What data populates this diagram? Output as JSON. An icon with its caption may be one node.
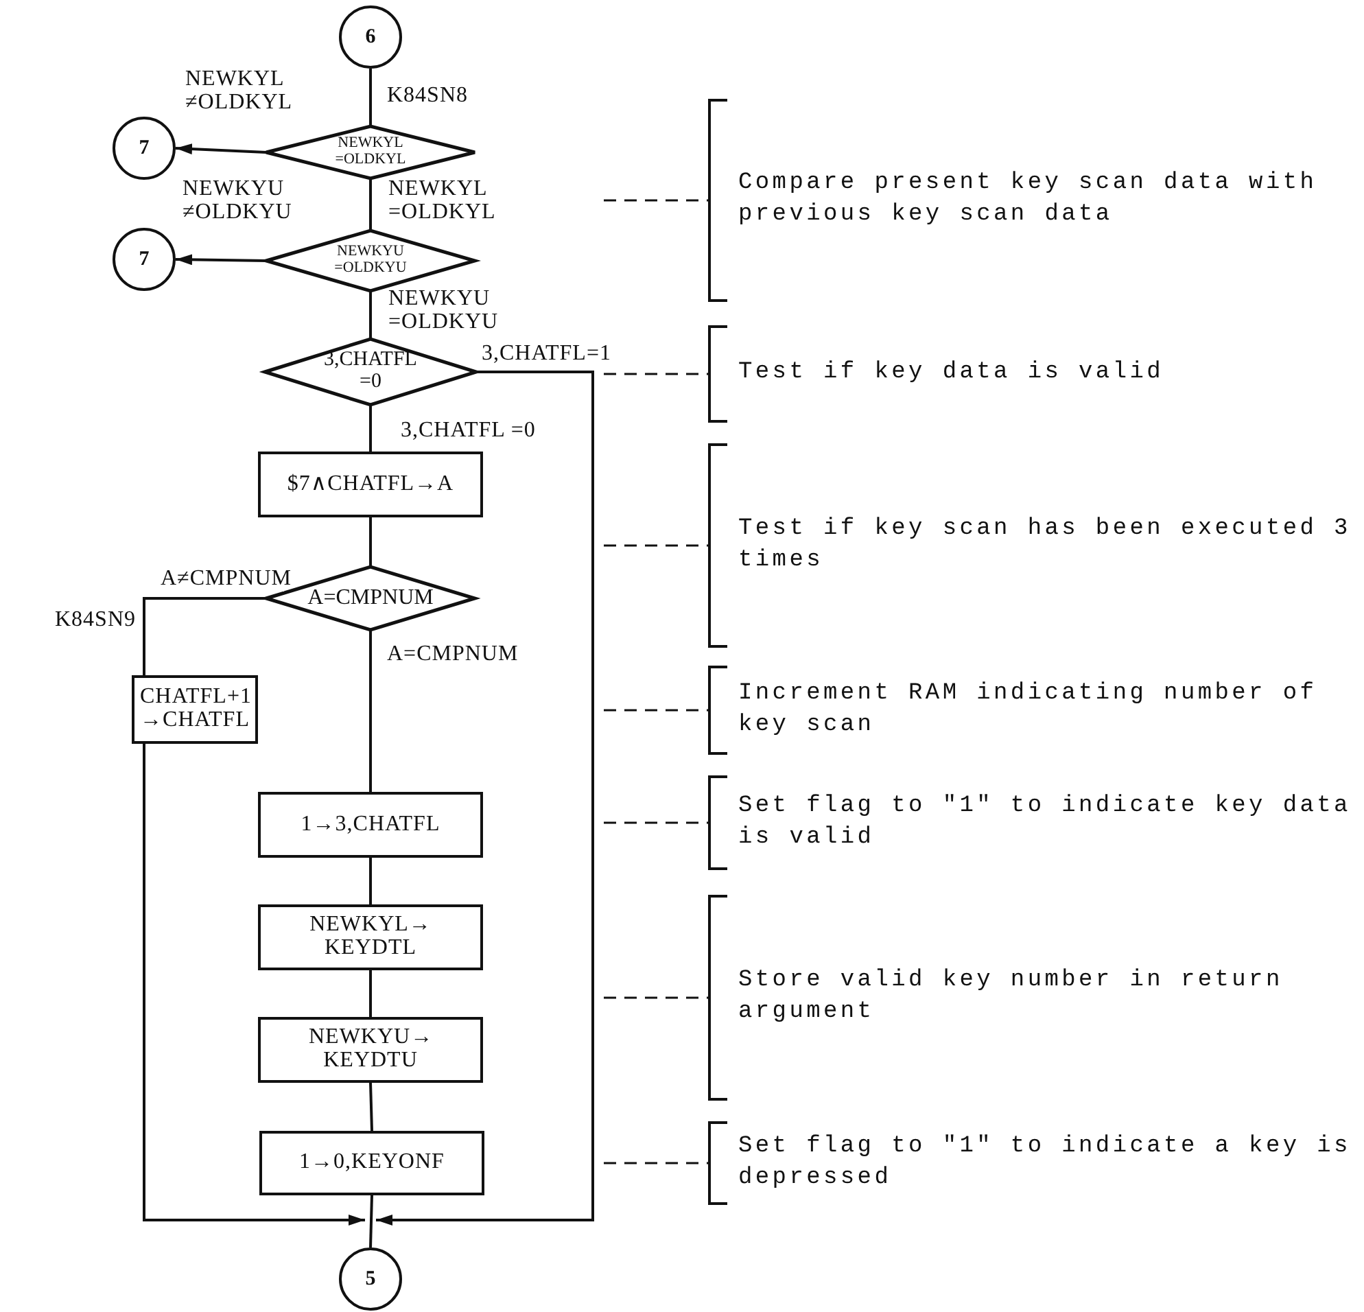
{
  "diagram": {
    "nodes": [
      {
        "text": [
          "6"
        ]
      },
      {
        "text": [
          "7"
        ]
      },
      {
        "text": [
          "NEWKYL =OLDKYL"
        ]
      },
      {
        "text": [
          "7"
        ]
      },
      {
        "text": [
          "NEWKYU =OLDKYU"
        ]
      },
      {
        "text": [
          "3,CHATFL =0"
        ]
      },
      {
        "text": [
          "$7∧CHATFL→A"
        ]
      },
      {
        "text": [
          "A=CMPNUM"
        ]
      },
      {
        "text": [
          "CHATFL+1 →CHATFL"
        ]
      },
      {
        "text": [
          "1→3,CHATFL"
        ]
      },
      {
        "text": [
          "NEWKYL→ KEYDTL"
        ]
      },
      {
        "text": [
          "NEWKYU→ KEYDTU"
        ]
      },
      {
        "text": [
          "1→0,KEYONF"
        ]
      },
      {
        "text": [
          "5"
        ]
      },
      {
        "text": [
          "Compare present key scan data with previous key scan data"
        ]
      },
      {
        "text": [
          "Test if key data is valid"
        ]
      },
      {
        "text": [
          "Test if key scan has been executed 3 times"
        ]
      },
      {
        "text": [
          "Increment RAM indicating number of key scan"
        ]
      },
      {
        "text": [
          "Set flag to \"1\" to indicate key data is valid"
        ]
      },
      {
        "text": [
          "Store valid key number in return argument"
        ]
      },
      {
        "text": [
          "Set flag to \"1\" to indicate a key is depressed"
        ]
      }
    ],
    "edges": [
      {
        "from": 0,
        "to": 2,
        "arrow": "none"
      },
      {
        "from": 2,
        "to": 1,
        "arrow": "to",
        "label": "NEWKYL ≠OLDKYL"
      },
      {
        "from": 2,
        "to": 4,
        "arrow": "none",
        "label": "NEWKYL =OLDKYL"
      },
      {
        "from": 4,
        "to": 3,
        "arrow": "to",
        "label": "NEWKYU ≠OLDKYU"
      },
      {
        "from": 4,
        "to": 5,
        "arrow": "none",
        "label": "NEWKYU =OLDKYU"
      },
      {
        "from": 5,
        "to": 6,
        "arrow": "none",
        "label": "3,CHATFL =0"
      },
      {
        "from": 5,
        "to": 13,
        "arrow": "to",
        "label": "3,CHATFL=1"
      },
      {
        "from": 6,
        "to": 7,
        "arrow": "none"
      },
      {
        "from": 7,
        "to": 8,
        "arrow": "none",
        "label": "A≠CMPNUM"
      },
      {
        "from": 7,
        "to": 9,
        "arrow": "none",
        "label": "A=CMPNUM"
      },
      {
        "from": 8,
        "to": 13,
        "arrow": "to"
      },
      {
        "from": 9,
        "to": 10,
        "arrow": "none"
      },
      {
        "from": 10,
        "to": 11,
        "arrow": "none"
      },
      {
        "from": 11,
        "to": 12,
        "arrow": "none"
      },
      {
        "from": 12,
        "to": 13,
        "arrow": "none"
      },
      {
        "from": 14,
        "to": null,
        "arrow": "none",
        "style": "dashed"
      },
      {
        "from": 15,
        "to": null,
        "arrow": "none",
        "style": "dashed"
      },
      {
        "from": 16,
        "to": null,
        "arrow": "none",
        "style": "dashed"
      },
      {
        "from": 17,
        "to": null,
        "arrow": "none",
        "style": "dashed"
      },
      {
        "from": 18,
        "to": null,
        "arrow": "none",
        "style": "dashed"
      },
      {
        "from": 19,
        "to": null,
        "arrow": "none",
        "style": "dashed"
      },
      {
        "from": 20,
        "to": null,
        "arrow": "none",
        "style": "dashed"
      }
    ],
    "labels": [
      "K84SN8",
      "K84SN9"
    ]
  }
}
